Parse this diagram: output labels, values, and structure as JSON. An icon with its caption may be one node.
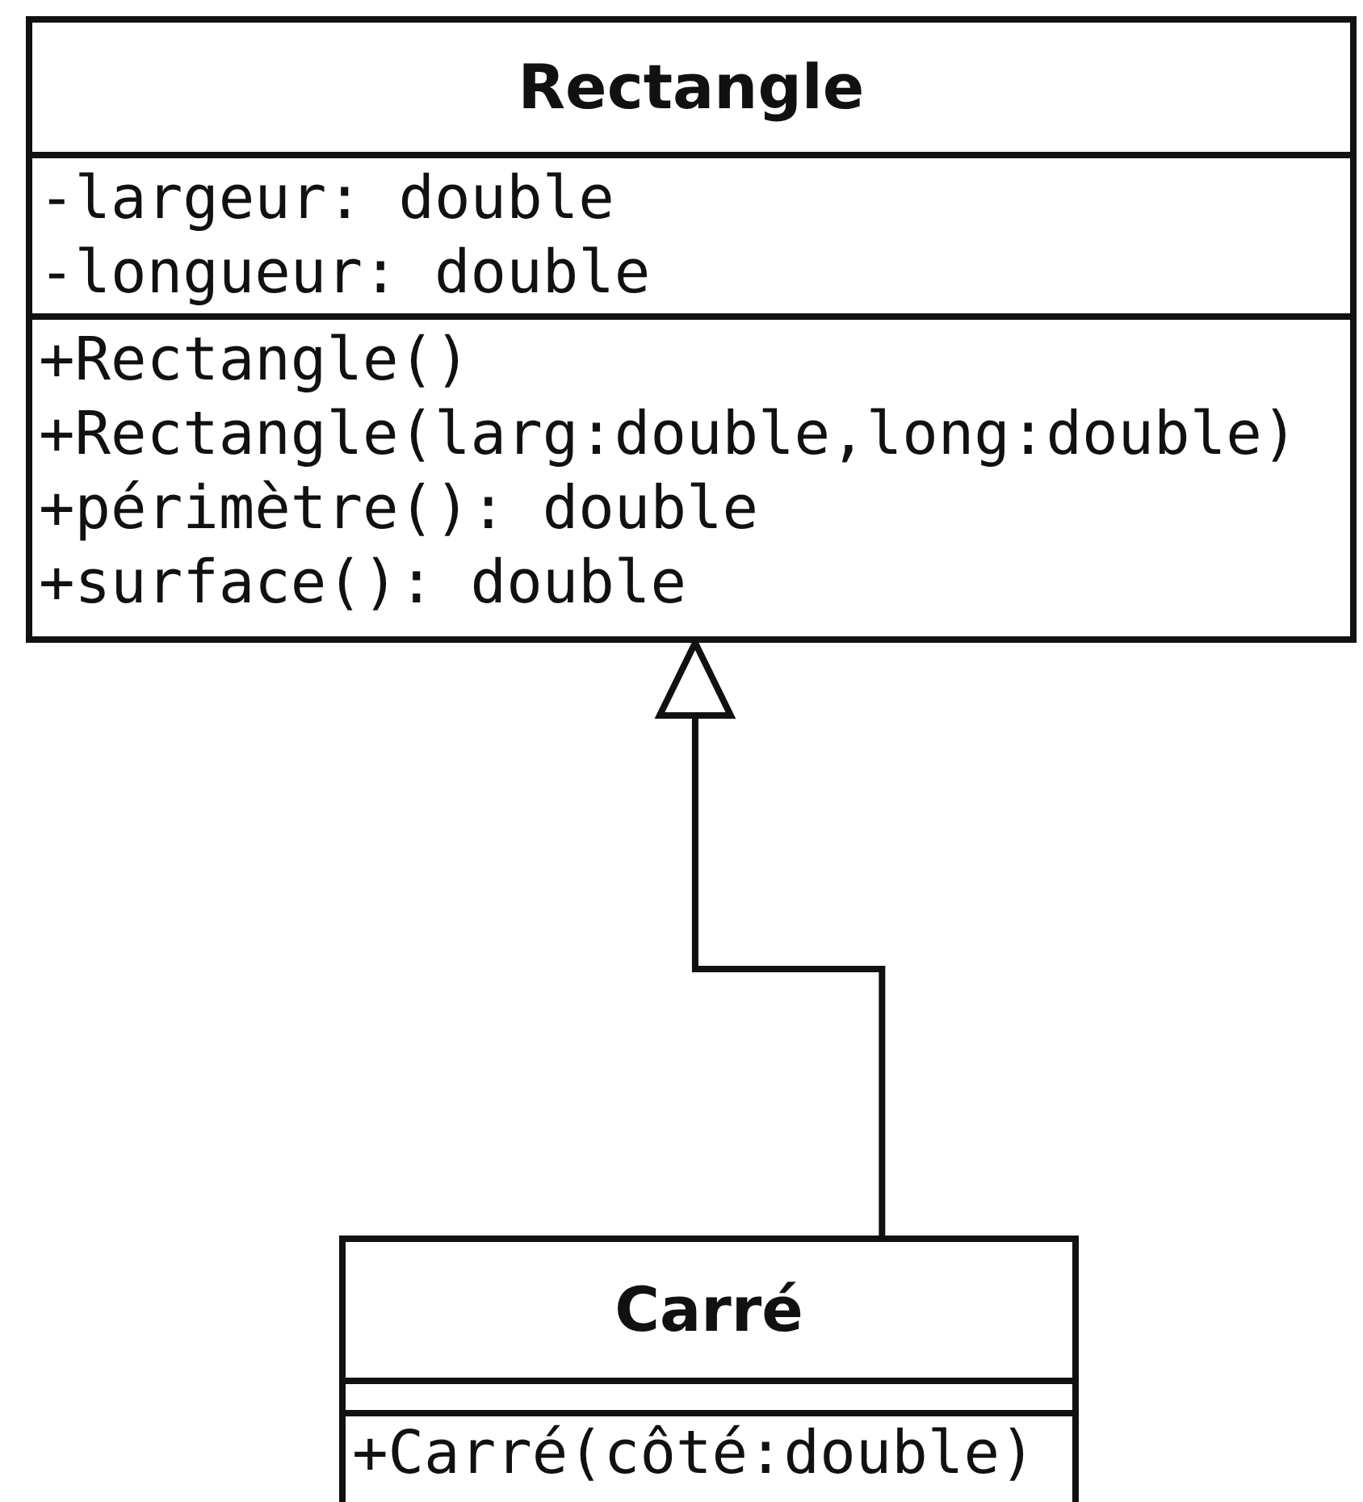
{
  "diagram": {
    "nodes": [
      {
        "text": [
          "Rectangle"
        ]
      },
      {
        "text": [
          "-largeur: double",
          "-longueur: double"
        ],
        "in": 0
      },
      {
        "text": [
          "+Rectangle()",
          "+Rectangle(larg:double,long:double)",
          "+périmètre(): double",
          "+surface(): double"
        ],
        "in": 0
      },
      {
        "text": [
          "Carré"
        ]
      },
      {
        "text": [],
        "shape": "box",
        "in": 3
      },
      {
        "text": [
          "+Carré(côté:double)"
        ],
        "in": 3
      }
    ],
    "edges": [
      {
        "from": 3,
        "to": 0,
        "arrow": "to"
      }
    ]
  }
}
